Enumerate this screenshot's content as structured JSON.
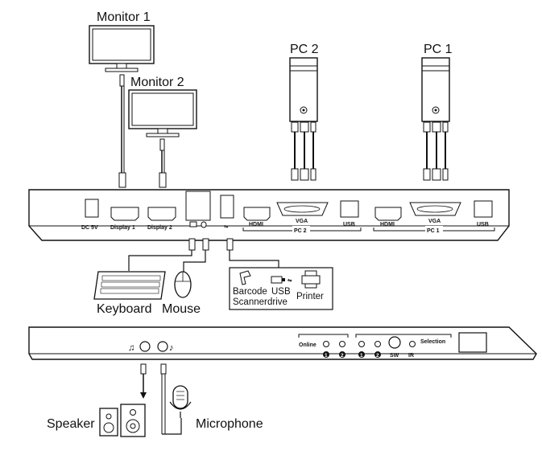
{
  "monitors": {
    "monitor1": "Monitor  1",
    "monitor2": "Monitor  2"
  },
  "pcs": {
    "pc2": "PC 2",
    "pc1": "PC 1"
  },
  "rear_panel": {
    "dc": "DC 5V",
    "display1": "Display 1",
    "display2": "Display 2",
    "pc2_hdmi": "HDMI",
    "pc2_vga": "VGA",
    "pc2_usb": "USB",
    "pc2_group": "PC 2",
    "pc1_hdmi": "HDMI",
    "pc1_vga": "VGA",
    "pc1_usb": "USB",
    "pc1_group": "PC 1"
  },
  "peripherals": {
    "keyboard": "Keyboard",
    "mouse": "Mouse",
    "barcode_line1": "Barcode",
    "barcode_line2": "Scanner",
    "usb_line1": "USB",
    "usb_line2": "drive",
    "printer": "Printer"
  },
  "front_panel": {
    "online": "Online",
    "online_1": "1",
    "online_2": "2",
    "sel_1": "1",
    "sel_2": "2",
    "sw": "SW",
    "ir": "IR",
    "selection": "Selection"
  },
  "audio": {
    "speaker": "Speaker",
    "microphone": "Microphone"
  }
}
